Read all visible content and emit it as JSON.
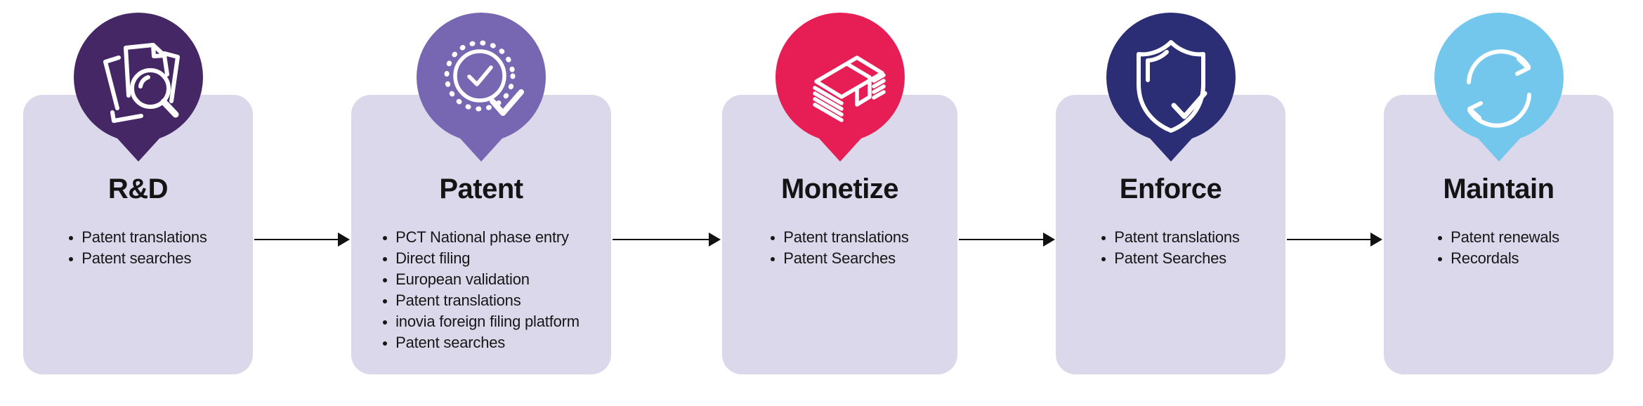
{
  "stages": [
    {
      "title": "R&D",
      "icon": "documents-search-icon",
      "pin_color": "#452765",
      "bullets": [
        "Patent translations",
        "Patent searches"
      ]
    },
    {
      "title": "Patent",
      "icon": "award-badge-check-icon",
      "pin_color": "#7766B1",
      "bullets": [
        "PCT National phase entry",
        "Direct filing",
        "European validation",
        "Patent translations",
        "inovia foreign filing platform",
        "Patent searches"
      ]
    },
    {
      "title": "Monetize",
      "icon": "money-stack-icon",
      "pin_color": "#E71D55",
      "bullets": [
        "Patent translations",
        "Patent Searches"
      ]
    },
    {
      "title": "Enforce",
      "icon": "shield-check-icon",
      "pin_color": "#2B2E74",
      "bullets": [
        "Patent translations",
        "Patent Searches"
      ]
    },
    {
      "title": "Maintain",
      "icon": "sync-arrows-icon",
      "pin_color": "#74C7EC",
      "bullets": [
        "Patent renewals",
        "Recordals"
      ]
    }
  ],
  "colors": {
    "card_bg": "#DCD8EB",
    "text": "#161616",
    "arrow": "#111111",
    "icon_stroke": "#FFFFFF",
    "background": "#FFFFFF"
  }
}
